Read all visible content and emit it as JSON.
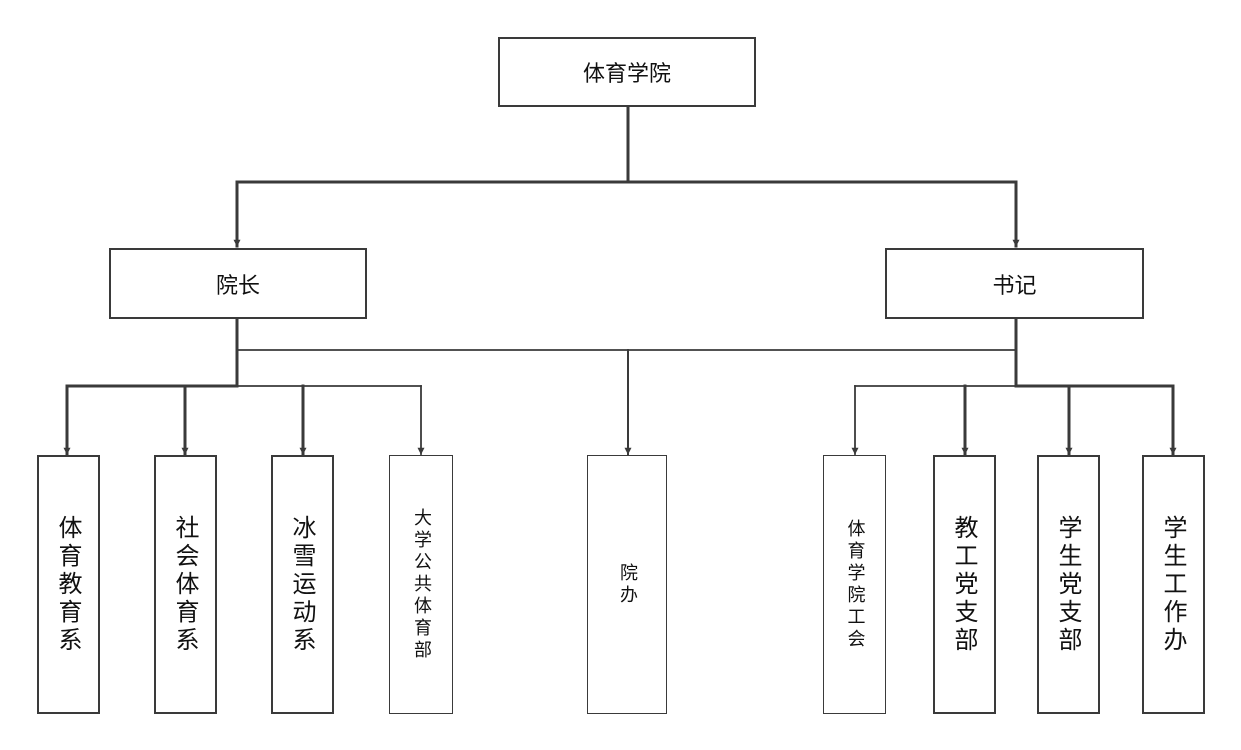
{
  "root": {
    "label": "体育学院"
  },
  "leaders": {
    "dean": "院长",
    "secretary": "书记"
  },
  "units": [
    "体育教育系",
    "社会体育系",
    "冰雪运动系",
    "大学公共体育部",
    "院办",
    "体育学院工会",
    "教工党支部",
    "学生党支部",
    "学生工作办"
  ],
  "colors": {
    "line": "#3a3a3a",
    "box_border": "#3a3a3a",
    "text": "#111111"
  }
}
